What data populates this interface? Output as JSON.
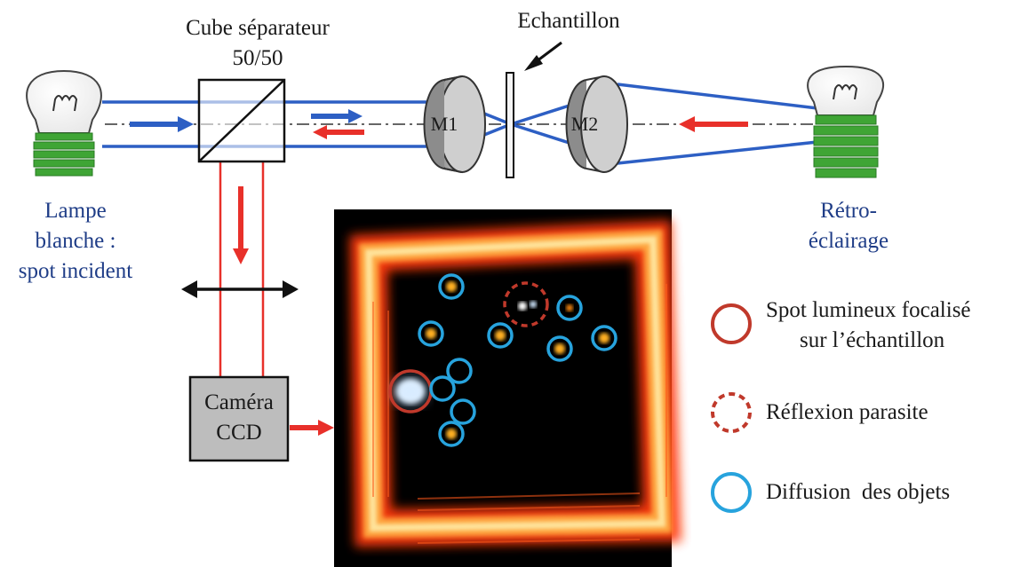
{
  "labels": {
    "cube_line1": "Cube séparateur",
    "cube_line2": "50/50",
    "sample": "Echantillon",
    "lamp_line1": "Lampe",
    "lamp_line2": "blanche :",
    "lamp_line3": "spot incident",
    "back_line1": "Rétro-",
    "back_line2": "éclairage",
    "m1": "M1",
    "m2": "M2",
    "camera_line1": "Caméra",
    "camera_line2": "CCD"
  },
  "legend": [
    {
      "style": "solid-red-circle",
      "line1": "Spot lumineux focalisé",
      "line2": "sur l’échantillon"
    },
    {
      "style": "dashed-red-circle",
      "line1": "Réflexion parasite"
    },
    {
      "style": "solid-blue-circle",
      "line1": "Diffusion  des objets"
    }
  ],
  "colors": {
    "beam_blue": "#2d5fc4",
    "arrow_red": "#e8302a",
    "circle_red": "#c0392b",
    "circle_blue": "#27a3dd",
    "bulb_green": "#3fa535",
    "lens_gray": "#9a9a9a",
    "camera_gray": "#bdbdbd",
    "image_glow": "#ff6a1a"
  }
}
